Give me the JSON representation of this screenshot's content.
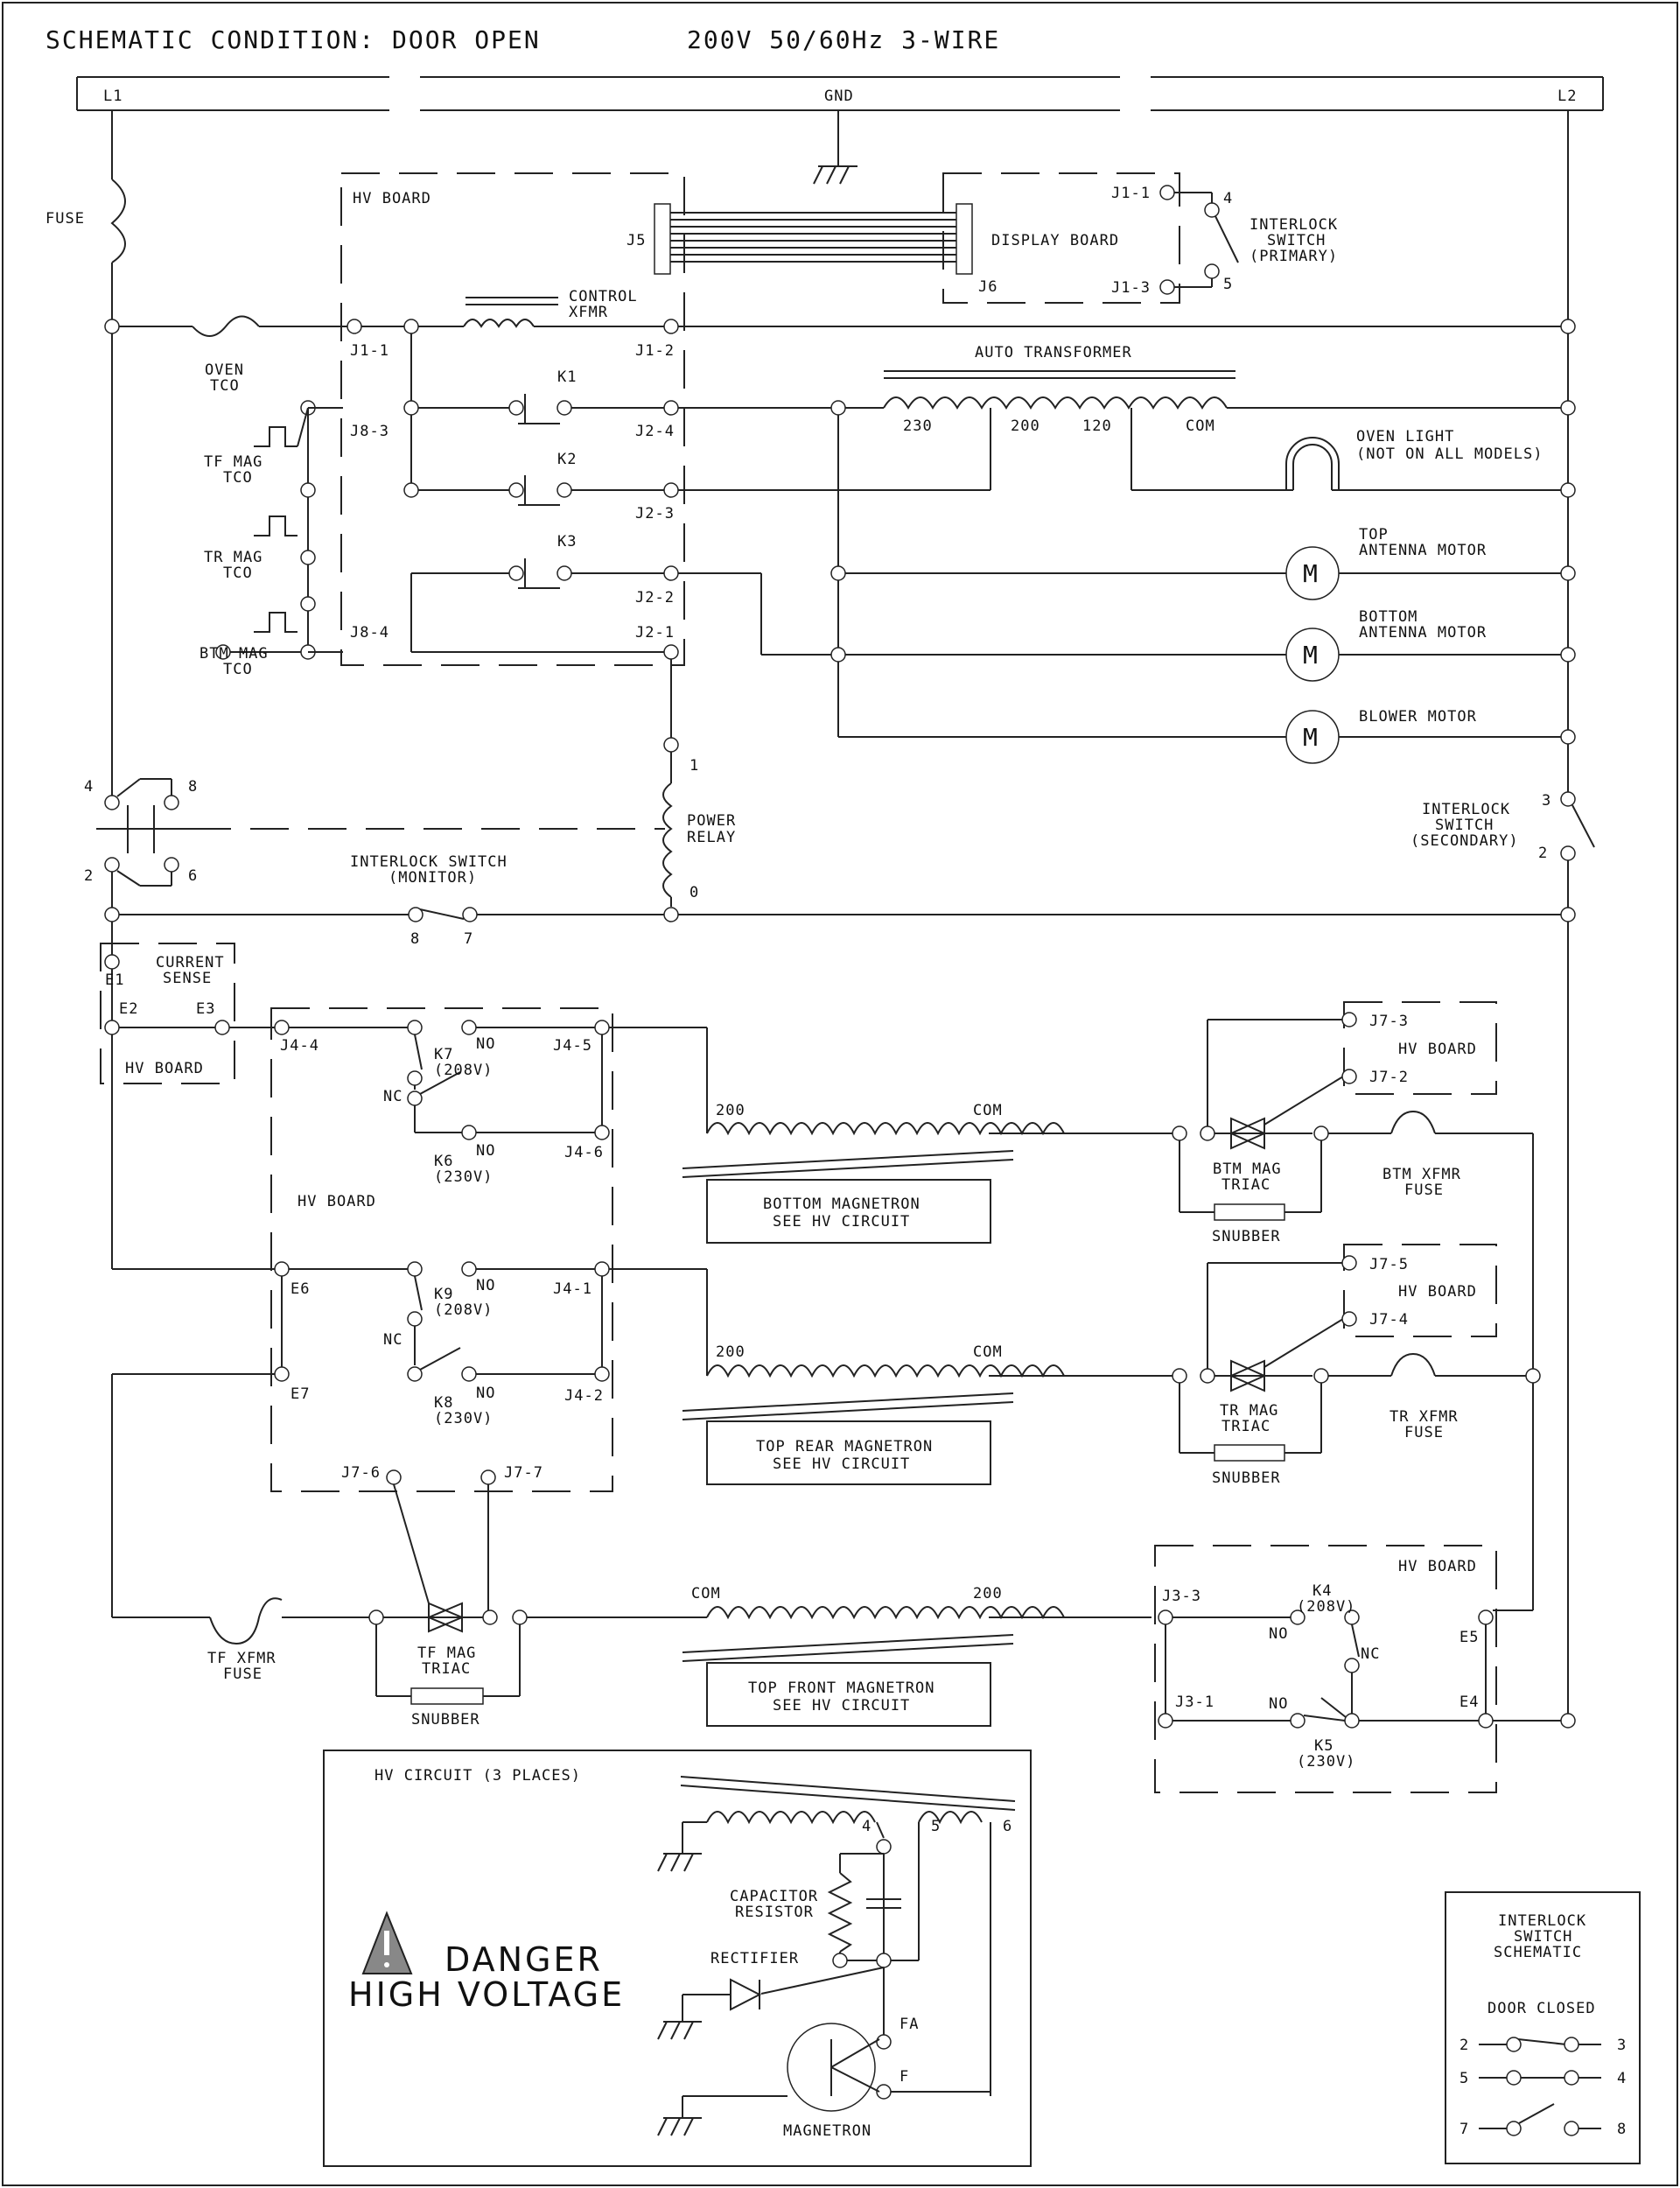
{
  "header": {
    "condition": "SCHEMATIC CONDITION: DOOR OPEN",
    "supply": "200V 50/60Hz 3-WIRE"
  },
  "bus": {
    "l1": "L1",
    "gnd": "GND",
    "l2": "L2"
  },
  "labels": {
    "fuse": "FUSE",
    "hv_board": "HV BOARD",
    "j5": "J5",
    "j6": "J6",
    "display_board": "DISPLAY BOARD",
    "j1_1_disp": "J1-1",
    "j1_3_disp": "J1-3",
    "pin4": "4",
    "pin5": "5",
    "interlock_primary_1": "INTERLOCK",
    "interlock_primary_2": "SWITCH",
    "interlock_primary_3": "(PRIMARY)",
    "control_xfmr_1": "CONTROL",
    "control_xfmr_2": "XFMR",
    "j1_1": "J1-1",
    "j1_2": "J1-2",
    "oven_tco_1": "OVEN",
    "oven_tco_2": "TCO",
    "auto_transformer": "AUTO TRANSFORMER",
    "k1": "K1",
    "k2": "K2",
    "k3": "K3",
    "j8_3": "J8-3",
    "j8_4": "J8-4",
    "j2_4": "J2-4",
    "j2_3": "J2-3",
    "j2_2": "J2-2",
    "j2_1": "J2-1",
    "tap_230": "230",
    "tap_200": "200",
    "tap_120": "120",
    "tap_com": "COM",
    "oven_light_1": "OVEN LIGHT",
    "oven_light_2": "(NOT ON ALL MODELS)",
    "tf_mag_tco_1": "TF MAG",
    "tf_mag_tco_2": "TCO",
    "tr_mag_tco_1": "TR MAG",
    "tr_mag_tco_2": "TCO",
    "btm_mag_tco_1": "BTM MAG",
    "btm_mag_tco_2": "TCO",
    "top_antenna_1": "TOP",
    "top_antenna_2": "ANTENNA MOTOR",
    "bottom_antenna_1": "BOTTOM",
    "bottom_antenna_2": "ANTENNA MOTOR",
    "blower_motor": "BLOWER MOTOR",
    "motor_m": "M",
    "relay_1": "1",
    "relay_0": "0",
    "power_relay_1": "POWER",
    "power_relay_2": "RELAY",
    "sw_4": "4",
    "sw_8": "8",
    "sw_2": "2",
    "sw_6": "6",
    "interlock_monitor_1": "INTERLOCK SWITCH",
    "interlock_monitor_2": "(MONITOR)",
    "mon_8": "8",
    "mon_7": "7",
    "sec_3": "3",
    "sec_2": "2",
    "interlock_secondary_1": "INTERLOCK",
    "interlock_secondary_2": "SWITCH",
    "interlock_secondary_3": "(SECONDARY)",
    "current_sense": "CURRENT",
    "sense": "SENSE",
    "e1": "E1",
    "e2": "E2",
    "e3": "E3",
    "j4_4": "J4-4",
    "j4_5": "J4-5",
    "j4_6": "J4-6",
    "j4_1": "J4-1",
    "j4_2": "J4-2",
    "k7": "K7",
    "k7_v": "(208V)",
    "k6": "K6",
    "k6_v": "(230V)",
    "k9": "K9",
    "k9_v": "(208V)",
    "k8": "K8",
    "k8_v": "(230V)",
    "no": "NO",
    "nc": "NC",
    "e6": "E6",
    "e7": "E7",
    "j7_6": "J7-6",
    "j7_7": "J7-7",
    "j7_3": "J7-3",
    "j7_2": "J7-2",
    "j7_5": "J7-5",
    "j7_4": "J7-4",
    "btm_mag_triac_1": "BTM MAG",
    "btm_mag_triac_2": "TRIAC",
    "tr_mag_triac_1": "TR MAG",
    "tr_mag_triac_2": "TRIAC",
    "tf_mag_triac_1": "TF MAG",
    "tf_mag_triac_2": "TRIAC",
    "snubber": "SNUBBER",
    "btm_xfmr_fuse_1": "BTM XFMR",
    "btm_xfmr_fuse_2": "FUSE",
    "tr_xfmr_fuse_1": "TR XFMR",
    "tr_xfmr_fuse_2": "FUSE",
    "tf_xfmr_fuse_1": "TF XFMR",
    "tf_xfmr_fuse_2": "FUSE",
    "bottom_magnetron_1": "BOTTOM MAGNETRON",
    "top_rear_magnetron_1": "TOP REAR MAGNETRON",
    "top_front_magnetron_1": "TOP FRONT MAGNETRON",
    "see_hv_circuit": "SEE HV CIRCUIT",
    "xf_200": "200",
    "xf_com": "COM",
    "j3_3": "J3-3",
    "j3_1": "J3-1",
    "k4": "K4",
    "k4_v": "(208V)",
    "k5": "K5",
    "k5_v": "(230V)",
    "e5": "E5",
    "e4": "E4",
    "hv_circuit": "HV CIRCUIT (3 PLACES)",
    "hv_4": "4",
    "hv_5": "5",
    "hv_6": "6",
    "cap_res_1": "CAPACITOR",
    "cap_res_2": "RESISTOR",
    "rectifier": "RECTIFIER",
    "fa": "FA",
    "f": "F",
    "magnetron": "MAGNETRON",
    "danger": "DANGER",
    "high_voltage": "HIGH VOLTAGE",
    "legend_1": "INTERLOCK",
    "legend_2": "SWITCH",
    "legend_3": "SCHEMATIC",
    "door_closed": "DOOR CLOSED",
    "lg_2": "2",
    "lg_3": "3",
    "lg_5": "5",
    "lg_4": "4",
    "lg_7": "7",
    "lg_8": "8"
  }
}
